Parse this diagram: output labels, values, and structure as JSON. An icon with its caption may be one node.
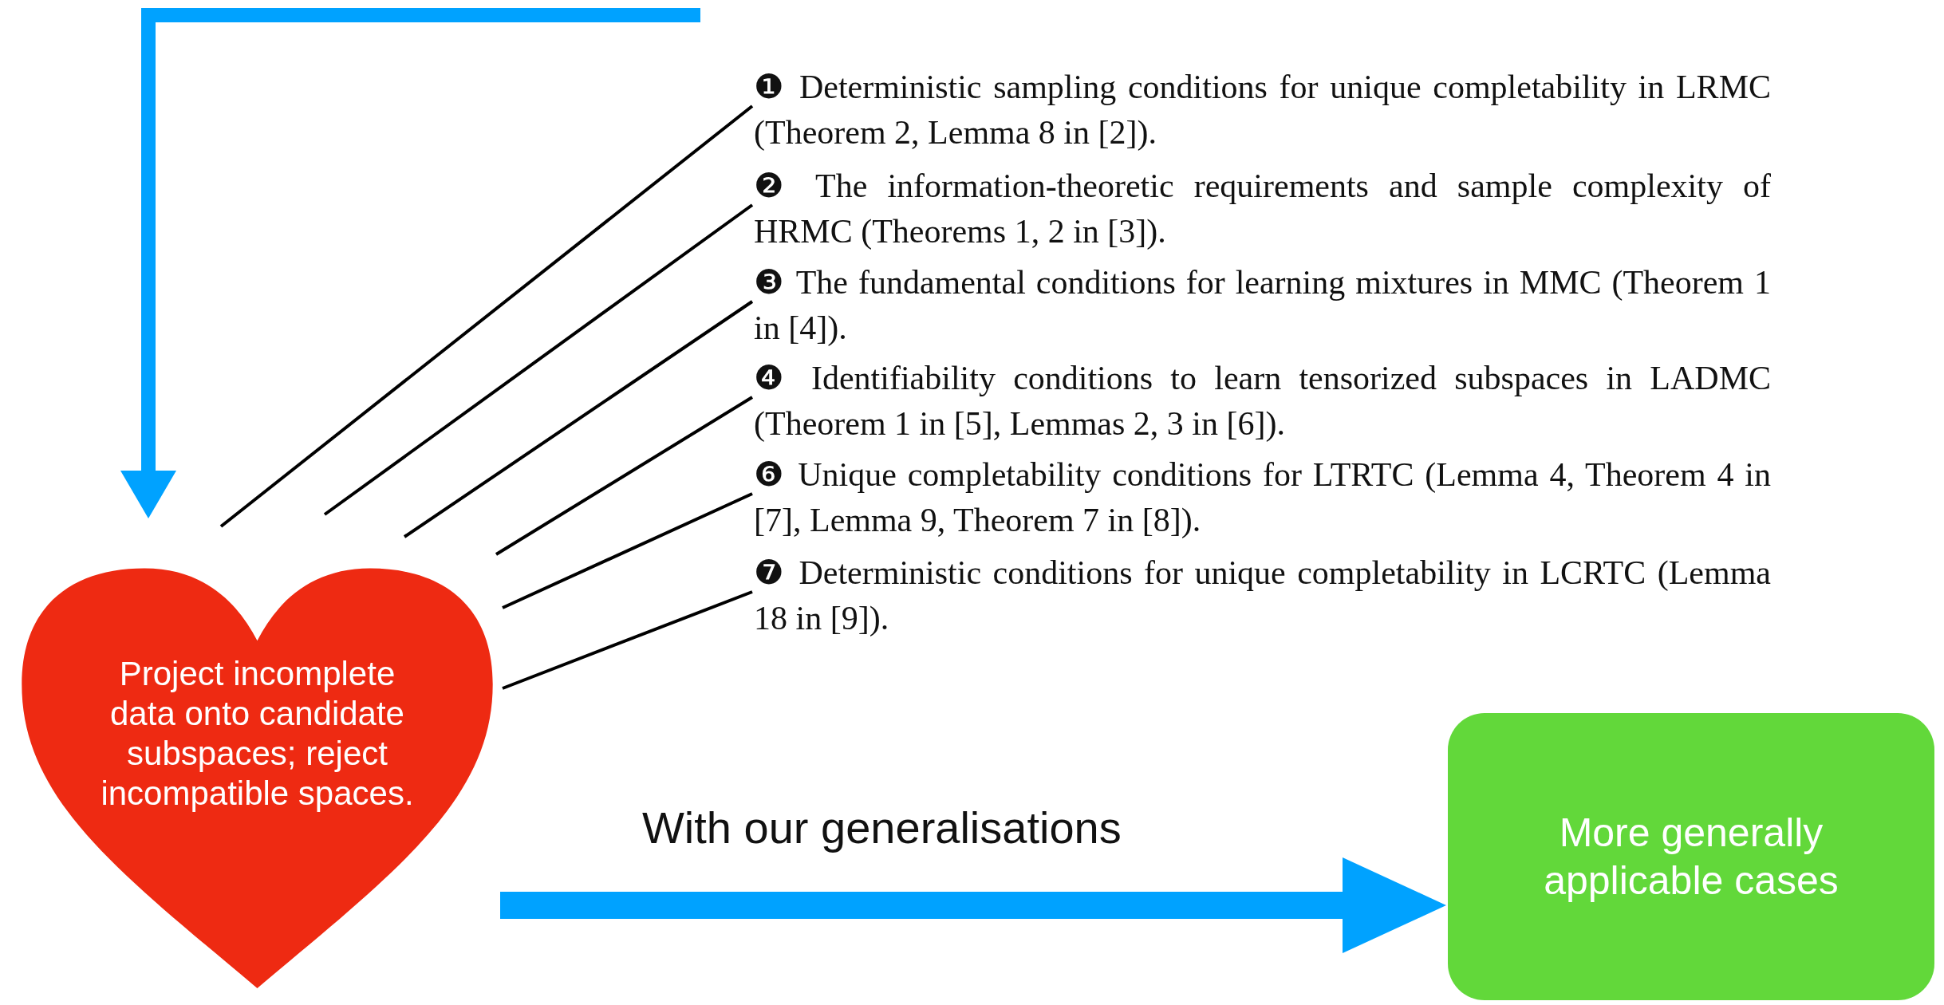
{
  "diagram": {
    "nodes": [
      {
        "text": [
          "Project incomplete data onto candidate subspaces; reject incompatible spaces."
        ]
      },
      {
        "text": [
          "❶ Deterministic sampling conditions for unique completability in LRMC (Theorem 2, Lemma 8 in [2])."
        ]
      },
      {
        "text": [
          "❷ The information-theoretic requirements and sample complexity of HRMC (Theorems 1, 2 in [3])."
        ]
      },
      {
        "text": [
          "❸ The fundamental conditions for learning mixtures in MMC (Theorem 1 in [4])."
        ]
      },
      {
        "text": [
          "❹ Identifiability conditions to learn tensorized subspaces in LADMC (Theorem 1 in [5], Lemmas 2, 3 in [6])."
        ]
      },
      {
        "text": [
          "❻ Unique completability conditions for LTRTC (Lemma 4, Theorem 4 in [7], Lemma 9, Theorem 7 in [8])."
        ]
      },
      {
        "text": [
          "❼ Deterministic conditions for unique completability in LCRTC (Lemma 18 in [9])."
        ]
      },
      {
        "text": [
          "More generally applicable cases"
        ]
      }
    ],
    "edges": [
      {
        "from": null,
        "to": 0,
        "arrow": "to",
        "style": "thick",
        "color": "#00a2ff"
      },
      {
        "from": 1,
        "to": 0,
        "arrow": "none"
      },
      {
        "from": 2,
        "to": 0,
        "arrow": "none"
      },
      {
        "from": 3,
        "to": 0,
        "arrow": "none"
      },
      {
        "from": 4,
        "to": 0,
        "arrow": "none"
      },
      {
        "from": 5,
        "to": 0,
        "arrow": "none"
      },
      {
        "from": 6,
        "to": 0,
        "arrow": "none"
      },
      {
        "from": 0,
        "to": 7,
        "label": "With our generalisations",
        "arrow": "to",
        "style": "thick",
        "color": "#00a2ff"
      }
    ]
  }
}
